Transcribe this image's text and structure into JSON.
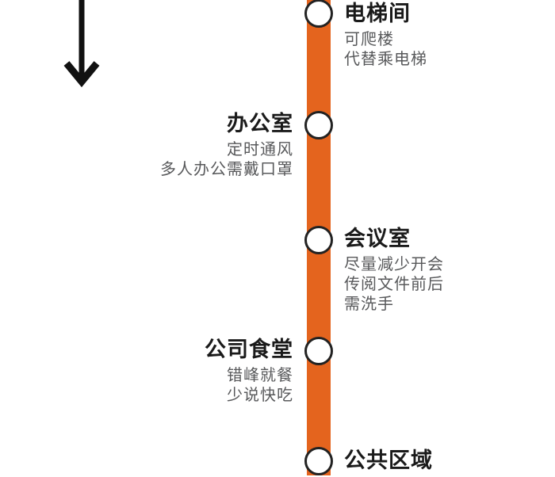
{
  "colors": {
    "page_bg": "#ffffff",
    "timeline_orange": "#E4641E",
    "title_black": "#1a1a1a",
    "subtitle_gray": "#58595b",
    "arrow_black": "#111111",
    "node_border": "#222222",
    "node_fill": "#ffffff"
  },
  "arrow": {
    "direction": "down"
  },
  "timeline": {
    "nodes": [
      {
        "title": "电梯间",
        "side": "right",
        "lines": [
          "可爬楼",
          "代替乘电梯"
        ]
      },
      {
        "title": "办公室",
        "side": "left",
        "lines": [
          "定时通风",
          "多人办公需戴口罩"
        ]
      },
      {
        "title": "会议室",
        "side": "right",
        "lines": [
          "尽量减少开会",
          "传阅文件前后",
          "需洗手"
        ]
      },
      {
        "title": "公司食堂",
        "side": "left",
        "lines": [
          "错峰就餐",
          "少说快吃"
        ]
      },
      {
        "title": "公共区域",
        "side": "right",
        "lines": []
      }
    ]
  }
}
